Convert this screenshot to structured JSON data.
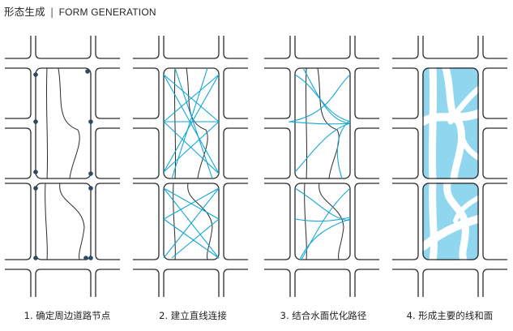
{
  "title": {
    "zh": "形态生成",
    "separator": "|",
    "en": "FORM GENERATION"
  },
  "steps": [
    {
      "label": "1. 确定周边道路节点"
    },
    {
      "label": "2. 建立直线连接"
    },
    {
      "label": "3. 结合水面优化路径"
    },
    {
      "label": "4. 形成主要的线和面"
    }
  ],
  "colors": {
    "road_line": "#2b2b2b",
    "node": "#2e4a63",
    "link_line": "#12a7d6",
    "water_fill": "#8fd6ee",
    "water_stroke": "#0f8fc0",
    "text": "#222222"
  }
}
